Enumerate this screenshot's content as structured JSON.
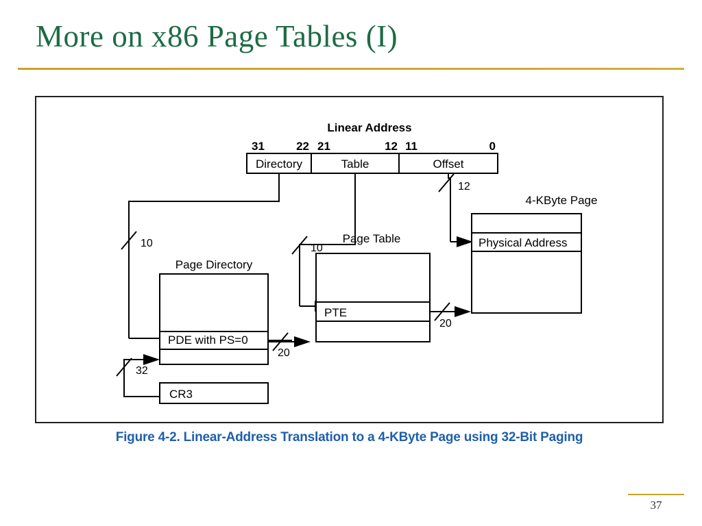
{
  "slide": {
    "title": "More on x86 Page Tables (I)",
    "page_number": "37",
    "title_color": "#1d6b45",
    "rule_color": "#c9a227",
    "caption_color": "#1f5fa9"
  },
  "figure": {
    "caption": "Figure 4-2.  Linear-Address Translation to a 4-KByte Page using 32-Bit Paging",
    "linear_address": {
      "title": "Linear Address",
      "bits": [
        "31",
        "22",
        "21",
        "12",
        "11",
        "0"
      ],
      "fields": [
        "Directory",
        "Table",
        "Offset"
      ]
    },
    "blocks": [
      {
        "title": "Page Directory",
        "highlight_row": "PDE with PS=0"
      },
      {
        "title": "Page Table",
        "highlight_row": "PTE"
      },
      {
        "title": "4-KByte Page",
        "highlight_row": "Physical Address"
      }
    ],
    "register": {
      "label": "CR3"
    },
    "bus_widths": {
      "directory_to_pd": "10",
      "table_to_pt": "10",
      "offset_to_page": "12",
      "pde_to_pt": "20",
      "pte_to_page": "20",
      "cr3_to_pd": "32"
    }
  }
}
